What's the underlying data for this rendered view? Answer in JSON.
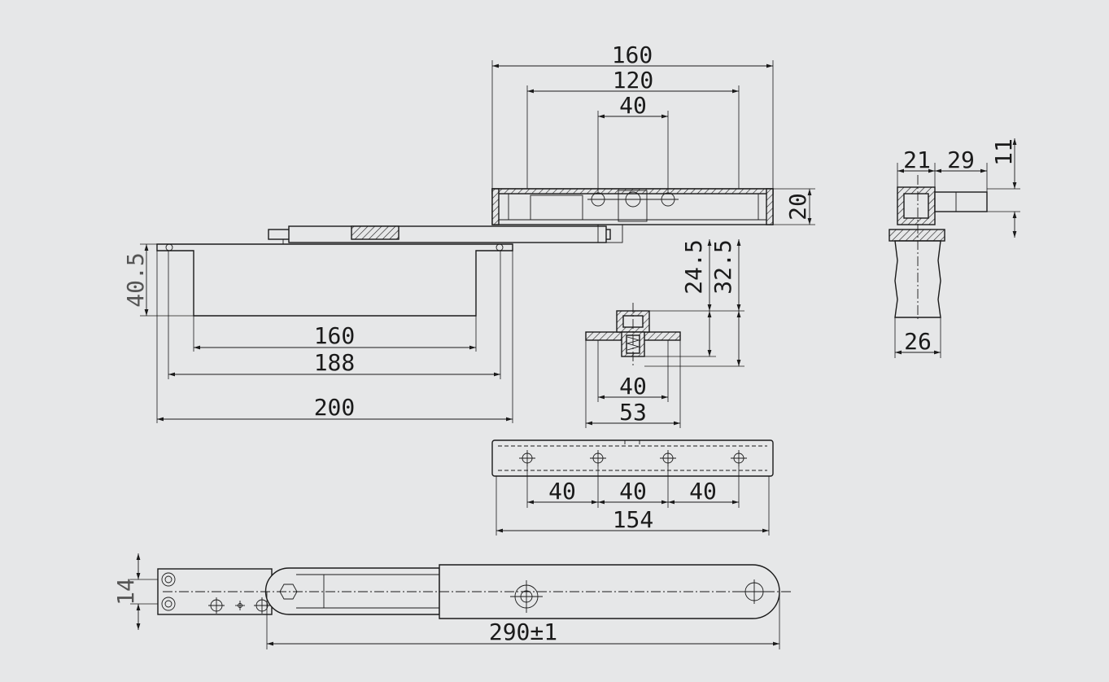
{
  "colors": {
    "background": "#e6e7e8",
    "line": "#1a1a1a"
  },
  "top_view": {
    "d_overall": "160",
    "d_inner": "120",
    "d_holes": "40",
    "d_height": "20"
  },
  "side_view": {
    "d_left": "21",
    "d_right": "29",
    "d_top": "11",
    "d_bottom": "26"
  },
  "bracket_view": {
    "d_height": "40.5",
    "d_inner": "160",
    "d_mid": "188",
    "d_outer": "200"
  },
  "section_view": {
    "d_h1": "24.5",
    "d_h2": "32.5",
    "d_w1": "40",
    "d_w2": "53"
  },
  "plate_view": {
    "d_s1": "40",
    "d_s2": "40",
    "d_s3": "40",
    "d_total": "154"
  },
  "arm_view": {
    "d_height": "14",
    "d_length": "290±1"
  }
}
